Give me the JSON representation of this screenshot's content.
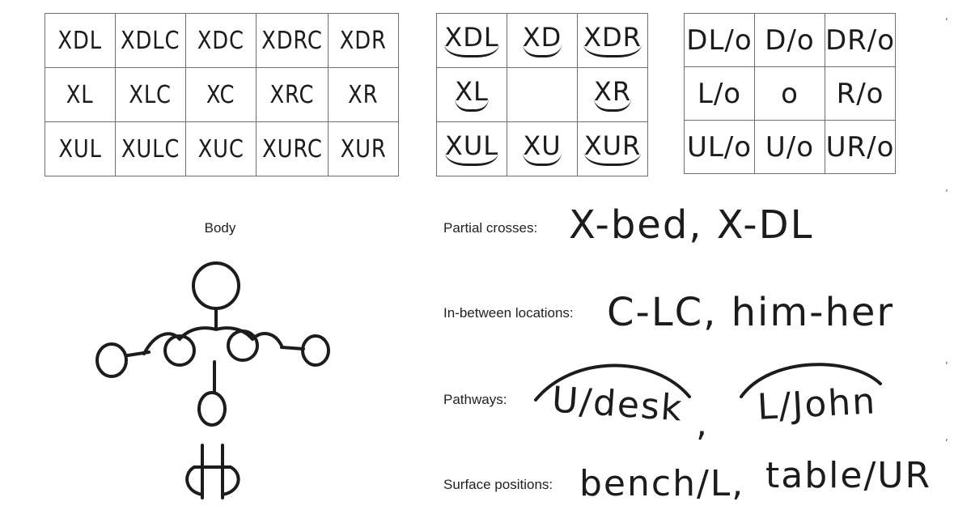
{
  "grids": {
    "grid1": [
      [
        "XDL",
        "XDLC",
        "XDC",
        "XDRC",
        "XDR"
      ],
      [
        "XL",
        "XLC",
        "XC",
        "XRC",
        "XR"
      ],
      [
        "XUL",
        "XULC",
        "XUC",
        "XURC",
        "XUR"
      ]
    ],
    "grid2": [
      [
        "XDL",
        "XD",
        "XDR"
      ],
      [
        "XL",
        "",
        "XR"
      ],
      [
        "XUL",
        "XU",
        "XUR"
      ]
    ],
    "grid3": [
      [
        "DL/o",
        "D/o",
        "DR/o"
      ],
      [
        "L/o",
        "o",
        "R/o"
      ],
      [
        "UL/o",
        "U/o",
        "UR/o"
      ]
    ]
  },
  "body": {
    "label": "Body"
  },
  "notes": {
    "partial": {
      "label": "Partial crosses:",
      "value": "X-bed, X-DL"
    },
    "between": {
      "label": "In-between locations:",
      "value": "C-LC, him-her"
    },
    "pathways": {
      "label": "Pathways:",
      "value1": "U/desk",
      "sep": ",",
      "value2": "L/John"
    },
    "surface": {
      "label": "Surface positions:",
      "value1": "bench/L,",
      "value2": "table/UR"
    }
  },
  "margin_ticks": [
    "ʼ",
    "ʼ",
    "ʼ",
    "ʼ"
  ]
}
